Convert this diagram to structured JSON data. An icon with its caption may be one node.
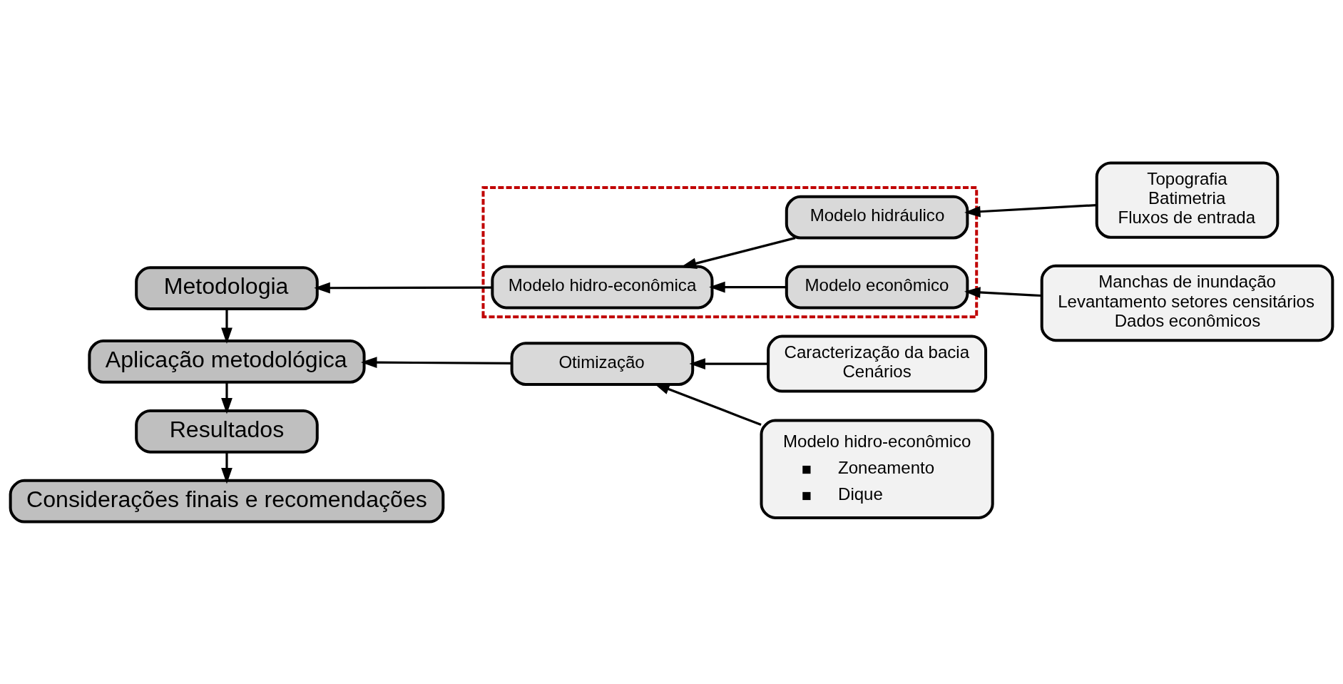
{
  "diagram": {
    "nodes": [
      {
        "text": [
          "Metodologia"
        ]
      },
      {
        "text": [
          "Aplicação metodológica"
        ]
      },
      {
        "text": [
          "Resultados"
        ]
      },
      {
        "text": [
          "Considerações finais e recomendações"
        ]
      },
      {
        "text": [],
        "shape": "box"
      },
      {
        "text": [
          "Modelo hidro-econômica"
        ],
        "in": 4
      },
      {
        "text": [
          "Modelo hidráulico"
        ],
        "in": 4
      },
      {
        "text": [
          "Modelo econômico"
        ],
        "in": 4
      },
      {
        "text": [
          "Topografia",
          "Batimetria",
          "Fluxos de entrada"
        ]
      },
      {
        "text": [
          "Manchas de inundação",
          "Levantamento setores censitários",
          "Dados econômicos"
        ]
      },
      {
        "text": [
          "Otimização"
        ]
      },
      {
        "text": [
          "Caracterização da bacia",
          "Cenários"
        ]
      },
      {
        "text": [
          "Modelo hidro-econômico",
          "Zoneamento",
          "Dique"
        ]
      }
    ],
    "edges": [
      {
        "from": 8,
        "to": 6,
        "arrow": "to"
      },
      {
        "from": 6,
        "to": 5,
        "arrow": "to"
      },
      {
        "from": 9,
        "to": 7,
        "arrow": "to"
      },
      {
        "from": 7,
        "to": 5,
        "arrow": "to"
      },
      {
        "from": 5,
        "to": 0,
        "arrow": "to"
      },
      {
        "from": 0,
        "to": 1,
        "arrow": "to"
      },
      {
        "from": 1,
        "to": 2,
        "arrow": "to"
      },
      {
        "from": 2,
        "to": 3,
        "arrow": "to"
      },
      {
        "from": 10,
        "to": 1,
        "arrow": "to"
      },
      {
        "from": 11,
        "to": 10,
        "arrow": "to"
      },
      {
        "from": 12,
        "to": 10,
        "arrow": "to"
      }
    ]
  }
}
